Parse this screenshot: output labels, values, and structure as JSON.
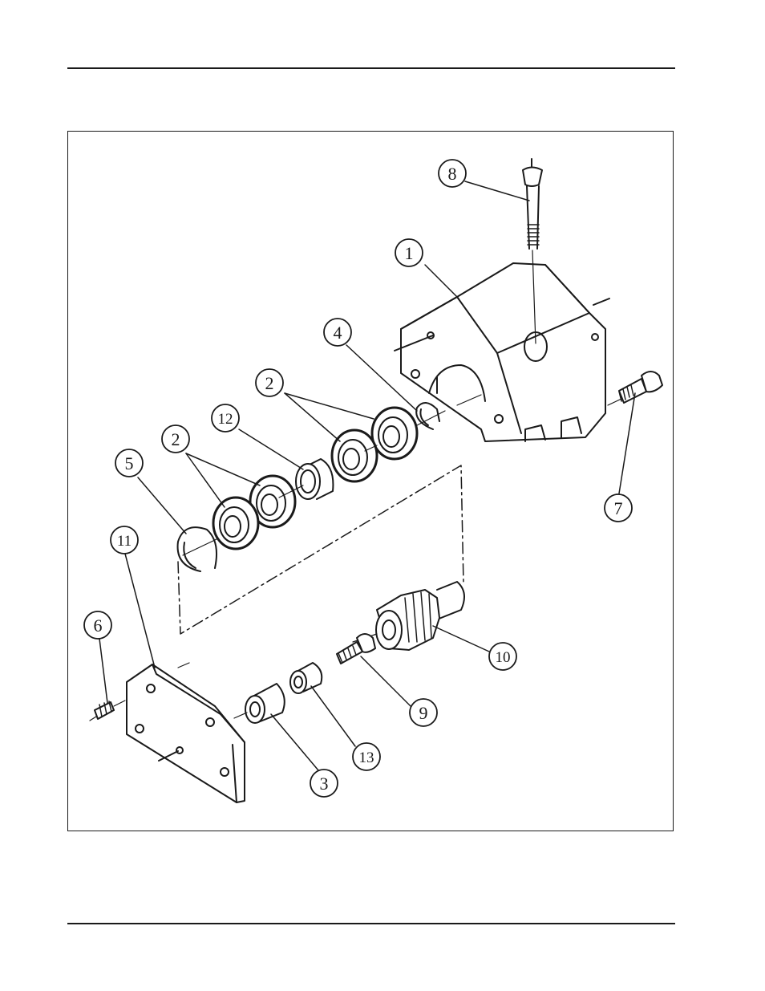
{
  "figure": {
    "callouts": [
      {
        "id": "c1",
        "label": "1"
      },
      {
        "id": "c2a",
        "label": "2"
      },
      {
        "id": "c2b",
        "label": "2"
      },
      {
        "id": "c3",
        "label": "3"
      },
      {
        "id": "c4",
        "label": "4"
      },
      {
        "id": "c5",
        "label": "5"
      },
      {
        "id": "c6",
        "label": "6"
      },
      {
        "id": "c7",
        "label": "7"
      },
      {
        "id": "c8",
        "label": "8"
      },
      {
        "id": "c9",
        "label": "9"
      },
      {
        "id": "c10",
        "label": "10"
      },
      {
        "id": "c11",
        "label": "11"
      },
      {
        "id": "c12",
        "label": "12"
      },
      {
        "id": "c13",
        "label": "13"
      }
    ]
  }
}
